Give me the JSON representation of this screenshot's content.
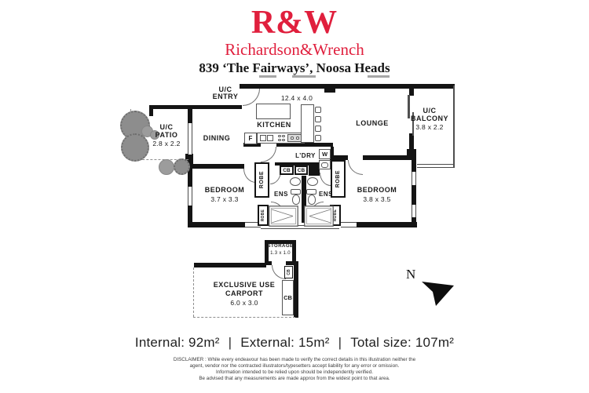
{
  "header": {
    "logo": "R&W",
    "brand": "Richardson&Wrench",
    "address": "839 ‘The Fairways’, Noosa Heads"
  },
  "plan": {
    "entry_line1": "U/C",
    "entry_line2": "ENTRY",
    "patio_line1": "U/C",
    "patio_line2": "PATIO",
    "patio_dim": "2.8 x 2.2",
    "dining": "DINING",
    "kitchen": "KITCHEN",
    "kitchen_dim": "12.4 x 4.0",
    "lounge": "LOUNGE",
    "balcony_line1": "U/C",
    "balcony_line2": "BALCONY",
    "balcony_dim": "3.8 x 2.2",
    "laundry": "L’DRY",
    "bedroom1": "BEDROOM",
    "bedroom1_dim": "3.7 x 3.3",
    "bedroom2": "BEDROOM",
    "bedroom2_dim": "3.8 x 3.5",
    "ensuite": "ENS",
    "storage": "STORAGE",
    "storage_dim": "1.3 x 1.0",
    "carport_line1": "EXCLUSIVE USE",
    "carport_line2": "CARPORT",
    "carport_dim": "6.0 x 3.0",
    "robe": "ROBE",
    "cupboard": "CB",
    "fridge": "F",
    "washer": "W",
    "compass": "N"
  },
  "summary": {
    "internal": "Internal: 92m²",
    "separator": "|",
    "external": "External: 15m²",
    "total": "Total size: 107m²"
  },
  "disclaimer": {
    "line1": "DISCLAIMER : While every endeavour has been made to verify the correct details in this illustration neither the",
    "line2": "agent, vendor nor the contracted illustrators/typesetters accept liability for any error or omission.",
    "line3": "Information intended to be relied upon should be independently verified.",
    "line4": "Be advised that any measurements are made approx from the widest point to that area."
  }
}
